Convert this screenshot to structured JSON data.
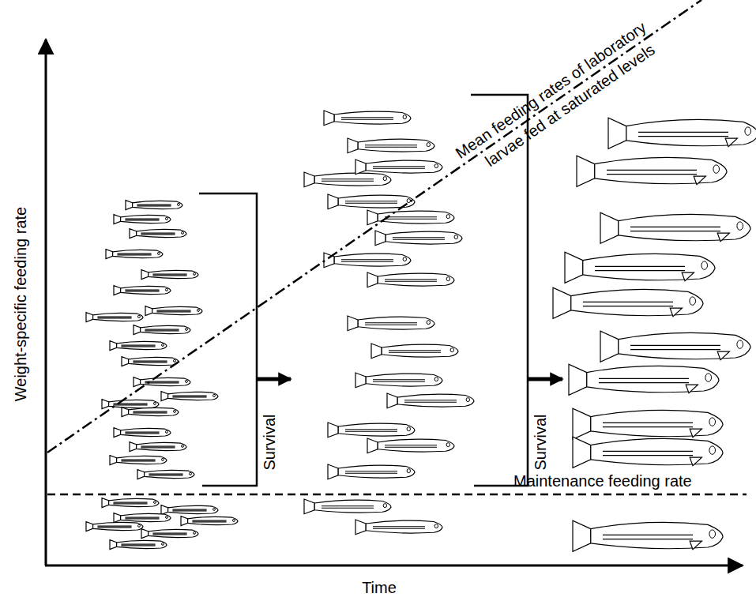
{
  "diagram": {
    "labels": [
      "Weight-specific feeding rate",
      "Time",
      "Survival",
      "Survival",
      "Mean feeding rates of laboratory",
      "larvae fed at saturated levels",
      "Maintenance feeding rate"
    ]
  }
}
